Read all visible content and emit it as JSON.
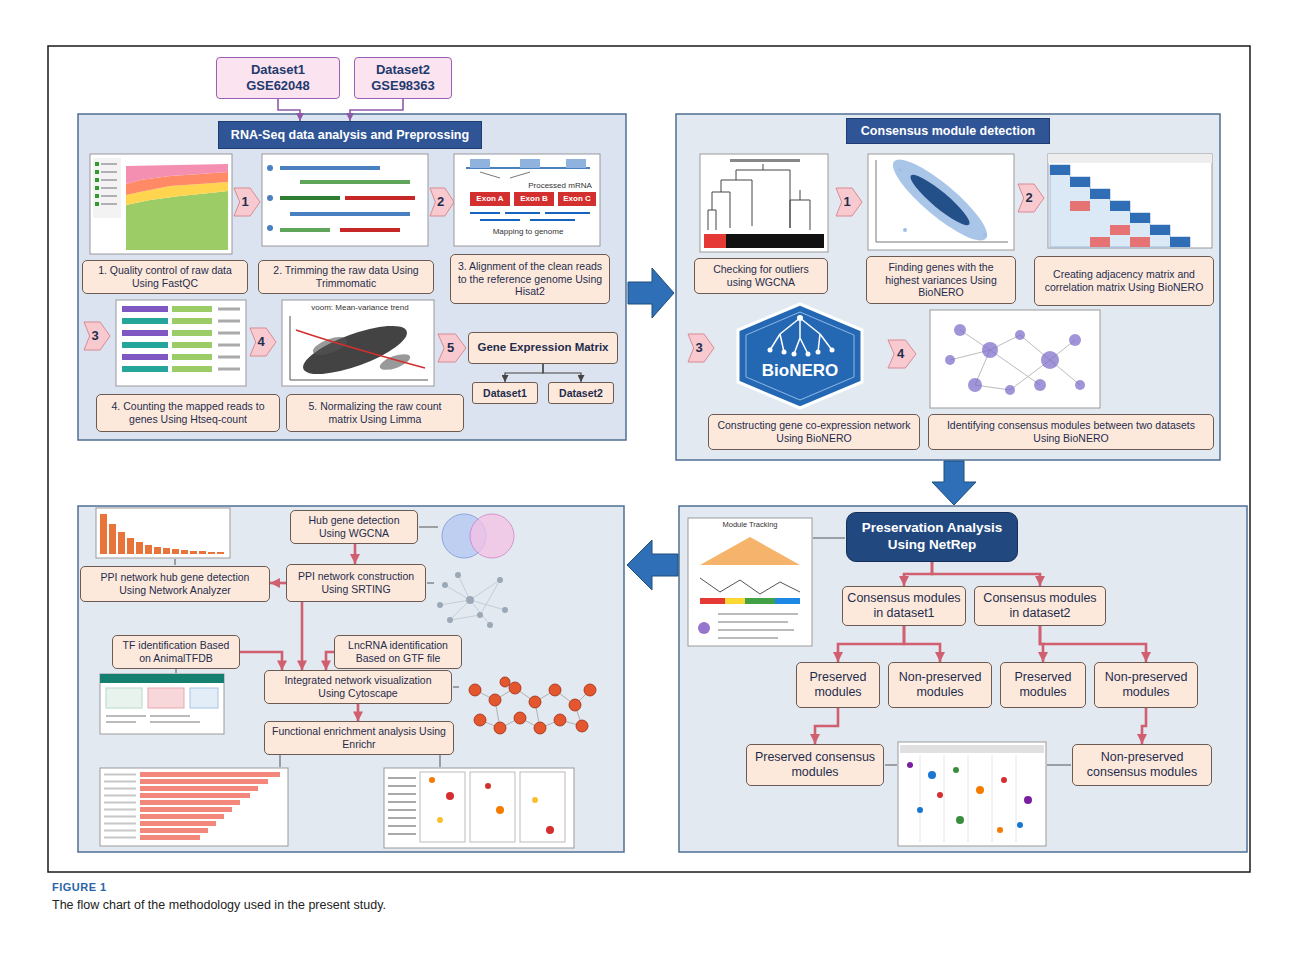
{
  "diagram": {
    "caption": "The flow chart of the methodology used in the present study.",
    "nodes": [
      {
        "text": [
          "Dataset1 GSE62048"
        ]
      },
      {
        "text": [
          "Dataset2 GSE98363"
        ]
      },
      {
        "text": [
          "RNA-Seq data analysis and Preprossing"
        ]
      },
      {
        "text": [
          "1. Quality control of raw data Using FastQC"
        ]
      },
      {
        "text": [
          "2. Trimming the raw data Using Trimmomatic"
        ]
      },
      {
        "text": [
          "3. Alignment of the clean reads to the reference genome Using Hisat2"
        ]
      },
      {
        "text": [
          "4. Counting the mapped reads to genes Using Htseq-count"
        ]
      },
      {
        "text": [
          "5. Normalizing the raw count matrix Using Limma"
        ]
      },
      {
        "text": [
          "Gene Expression Matrix"
        ]
      },
      {
        "text": [
          "Dataset1"
        ]
      },
      {
        "text": [
          "Dataset2"
        ]
      },
      {
        "text": [
          "Consensus module detection"
        ]
      },
      {
        "text": [
          "Checking for outliers using WGCNA"
        ]
      },
      {
        "text": [
          "Finding genes with the highest variances Using BioNERO"
        ]
      },
      {
        "text": [
          "Creating adjacency matrix and correlation matrix Using BioNERO"
        ]
      },
      {
        "text": [
          "Constructing gene co-expression network Using BioNERO"
        ]
      },
      {
        "text": [
          "Identifying consensus modules between two datasets Using BioNERO"
        ]
      },
      {
        "text": [
          "Preservation Analysis Using NetRep"
        ]
      },
      {
        "text": [
          "Consensus modules in dataset1"
        ]
      },
      {
        "text": [
          "Consensus modules in dataset2"
        ]
      },
      {
        "text": [
          "Preserved modules"
        ]
      },
      {
        "text": [
          "Non-preserved modules"
        ]
      },
      {
        "text": [
          "Preserved modules"
        ]
      },
      {
        "text": [
          "Non-preserved modules"
        ]
      },
      {
        "text": [
          "Preserved consensus modules"
        ]
      },
      {
        "text": [
          "Non-preserved consensus modules"
        ]
      },
      {
        "text": [
          "Hub gene detection Using WGCNA"
        ]
      },
      {
        "text": [
          "PPI network hub gene detection Using Network Analyzer"
        ]
      },
      {
        "text": [
          "PPI network construction Using SRTING"
        ]
      },
      {
        "text": [
          "TF identification Based on AnimalTFDB"
        ]
      },
      {
        "text": [
          "LncRNA identification Based on GTF file"
        ]
      },
      {
        "text": [
          "Integrated network visualization Using Cytoscape"
        ]
      },
      {
        "text": [
          "Functional enrichment analysis Using Enrichr"
        ]
      }
    ],
    "edges": [
      {
        "from": 0,
        "to": 2,
        "arrow": "to"
      },
      {
        "from": 1,
        "to": 2,
        "arrow": "to"
      },
      {
        "from": 8,
        "to": 9,
        "arrow": "to"
      },
      {
        "from": 8,
        "to": 10,
        "arrow": "to"
      },
      {
        "from": 17,
        "to": 18,
        "arrow": "to"
      },
      {
        "from": 17,
        "to": 19,
        "arrow": "to"
      },
      {
        "from": 18,
        "to": 20,
        "arrow": "to"
      },
      {
        "from": 18,
        "to": 21,
        "arrow": "to"
      },
      {
        "from": 19,
        "to": 22,
        "arrow": "to"
      },
      {
        "from": 19,
        "to": 23,
        "arrow": "to"
      },
      {
        "from": 20,
        "to": 24,
        "arrow": "to"
      },
      {
        "from": 23,
        "to": 25,
        "arrow": "to"
      },
      {
        "from": 26,
        "to": 28,
        "arrow": "to"
      },
      {
        "from": 28,
        "to": 27,
        "arrow": "to"
      },
      {
        "from": 28,
        "to": 31,
        "arrow": "to"
      },
      {
        "from": 29,
        "to": 31,
        "arrow": "to"
      },
      {
        "from": 30,
        "to": 31,
        "arrow": "to"
      },
      {
        "from": 31,
        "to": 32,
        "arrow": "to"
      }
    ],
    "labels": [
      "1",
      "2",
      "3",
      "4",
      "5",
      "1",
      "2",
      "3",
      "4",
      "Exon A",
      "Exon B",
      "Exon C",
      "Processed mRNA",
      "Mapping to genome",
      "voom: Mean-variance trend",
      "BioNERO",
      "Module Tracking",
      "FIGURE 1"
    ]
  }
}
